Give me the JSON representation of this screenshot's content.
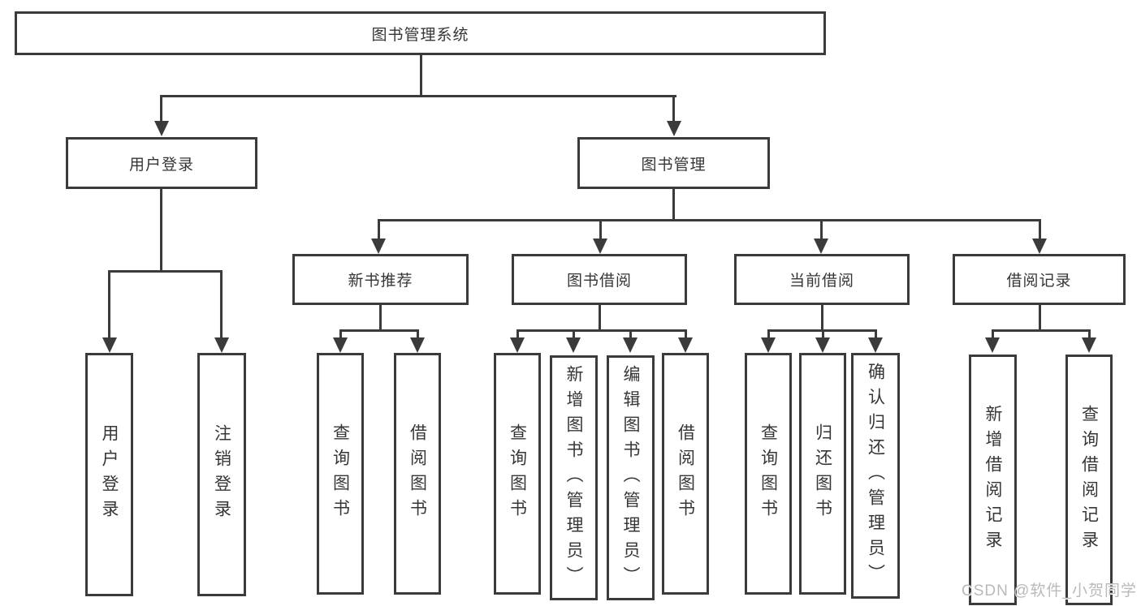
{
  "diagram": {
    "root": {
      "label": "图书管理系统"
    },
    "branches": [
      {
        "label": "用户登录",
        "children": [
          {
            "label": "用户登录"
          },
          {
            "label": "注销登录"
          }
        ]
      },
      {
        "label": "图书管理",
        "sections": [
          {
            "label": "新书推荐",
            "children": [
              {
                "label": "查询图书"
              },
              {
                "label": "借阅图书"
              }
            ]
          },
          {
            "label": "图书借阅",
            "children": [
              {
                "label": "查询图书"
              },
              {
                "label": "新增图书（管理员）"
              },
              {
                "label": "编辑图书（管理员）"
              },
              {
                "label": "借阅图书"
              }
            ]
          },
          {
            "label": "当前借阅",
            "children": [
              {
                "label": "查询图书"
              },
              {
                "label": "归还图书"
              },
              {
                "label": "确认归还（管理员）"
              }
            ]
          },
          {
            "label": "借阅记录",
            "children": [
              {
                "label": "新增借阅记录"
              },
              {
                "label": "查询借阅记录"
              }
            ]
          }
        ]
      }
    ]
  },
  "colors": {
    "line": "#3b3b3b",
    "text": "#363636",
    "watermark": "#b9b9b9",
    "background": "#ffffff"
  },
  "watermark": "CSDN @软件_小贺同学"
}
